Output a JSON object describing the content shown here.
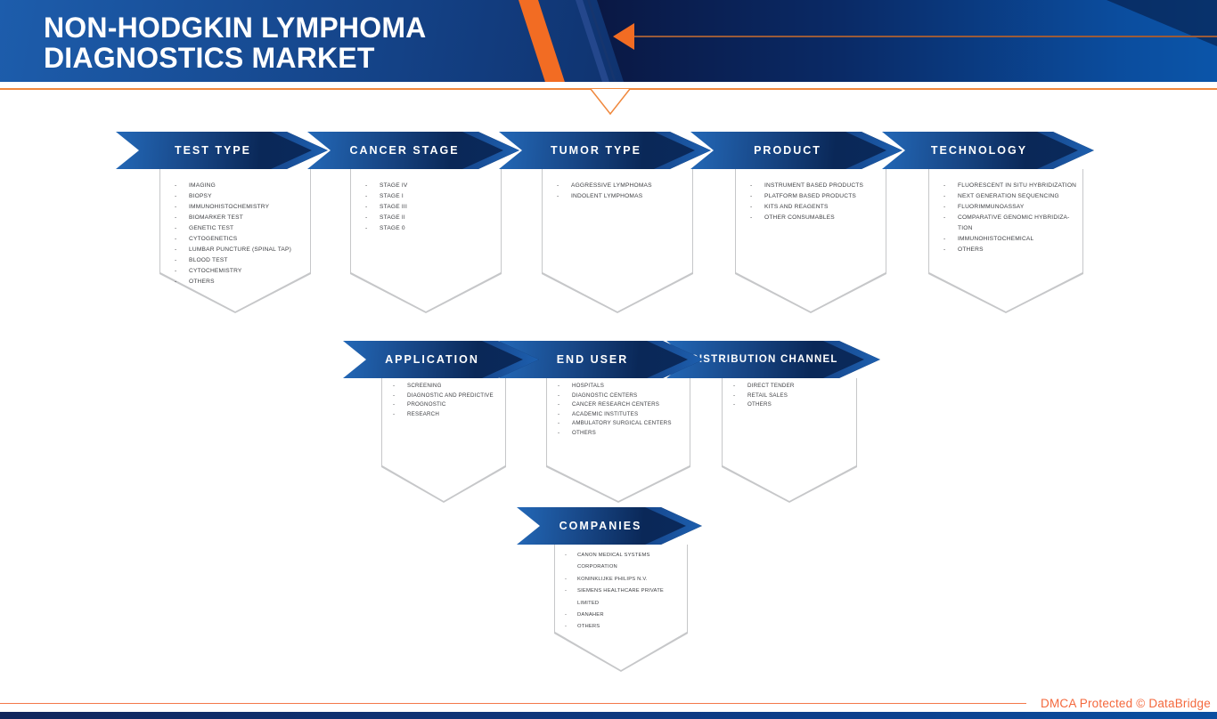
{
  "header": {
    "title_line1": "NON-HODGKIN LYMPHOMA",
    "title_line2": "DIAGNOSTICS MARKET"
  },
  "footer": {
    "dmca_text": "DMCA Protected © DataBridge"
  },
  "colors": {
    "accent_orange": "#F26C23",
    "rule_orange": "#F0883D",
    "navy_dark": "#0A2150",
    "blue_mid": "#1D63B3",
    "panel_border": "#C6C7C9",
    "list_text": "#3F4044"
  },
  "segments": [
    {
      "id": "test-type",
      "label": "TEST TYPE",
      "items": [
        "IMAGING",
        "BIOPSY",
        "IMMUNOHISTOCHEMISTRY",
        "BIOMARKER TEST",
        "GENETIC TEST",
        "CYTOGENETICS",
        "LUMBAR PUNCTURE (SPINAL TAP)",
        "BLOOD TEST",
        "CYTOCHEMISTRY",
        "OTHERS"
      ]
    },
    {
      "id": "cancer-stage",
      "label": "CANCER STAGE",
      "items": [
        "STAGE IV",
        "STAGE I",
        "STAGE III",
        "STAGE II",
        "STAGE 0"
      ]
    },
    {
      "id": "tumor-type",
      "label": "TUMOR TYPE",
      "items": [
        "AGGRESSIVE LYMPHOMAS",
        "INDOLENT LYMPHOMAS"
      ]
    },
    {
      "id": "product",
      "label": "PRODUCT",
      "items": [
        "INSTRUMENT BASED PRODUCTS",
        "PLATFORM BASED PRODUCTS",
        "KITS AND REAGENTS",
        "OTHER CONSUMABLES"
      ]
    },
    {
      "id": "technology",
      "label": "TECHNOLOGY",
      "items": [
        "FLUORESCENT IN SITU HYBRIDIZATION",
        "NEXT GENERATION SEQUENCING",
        "FLUORIMMUNOASSAY",
        "COMPARATIVE GENOMIC HYBRIDIZA-\nTION",
        "IMMUNOHISTOCHEMICAL",
        "OTHERS"
      ]
    },
    {
      "id": "application",
      "label": "APPLICATION",
      "items": [
        "SCREENING",
        "DIAGNOSTIC AND PREDICTIVE",
        "PROGNOSTIC",
        "RESEARCH"
      ]
    },
    {
      "id": "end-user",
      "label": "END USER",
      "items": [
        "HOSPITALS",
        "DIAGNOSTIC CENTERS",
        "CANCER RESEARCH CENTERS",
        "ACADEMIC INSTITUTES",
        "AMBULATORY SURGICAL CENTERS",
        "OTHERS"
      ]
    },
    {
      "id": "distribution-channel",
      "label": "DISTRIBUTION CHANNEL",
      "items": [
        "DIRECT TENDER",
        "RETAIL SALES",
        "OTHERS"
      ]
    },
    {
      "id": "companies",
      "label": "COMPANIES",
      "items": [
        "CANON MEDICAL SYSTEMS CORPORATION",
        "KONINKLIJKE PHILIPS N.V.",
        "SIEMENS HEALTHCARE PRIVATE LIMITED",
        "DANAHER",
        "OTHERS"
      ]
    }
  ]
}
